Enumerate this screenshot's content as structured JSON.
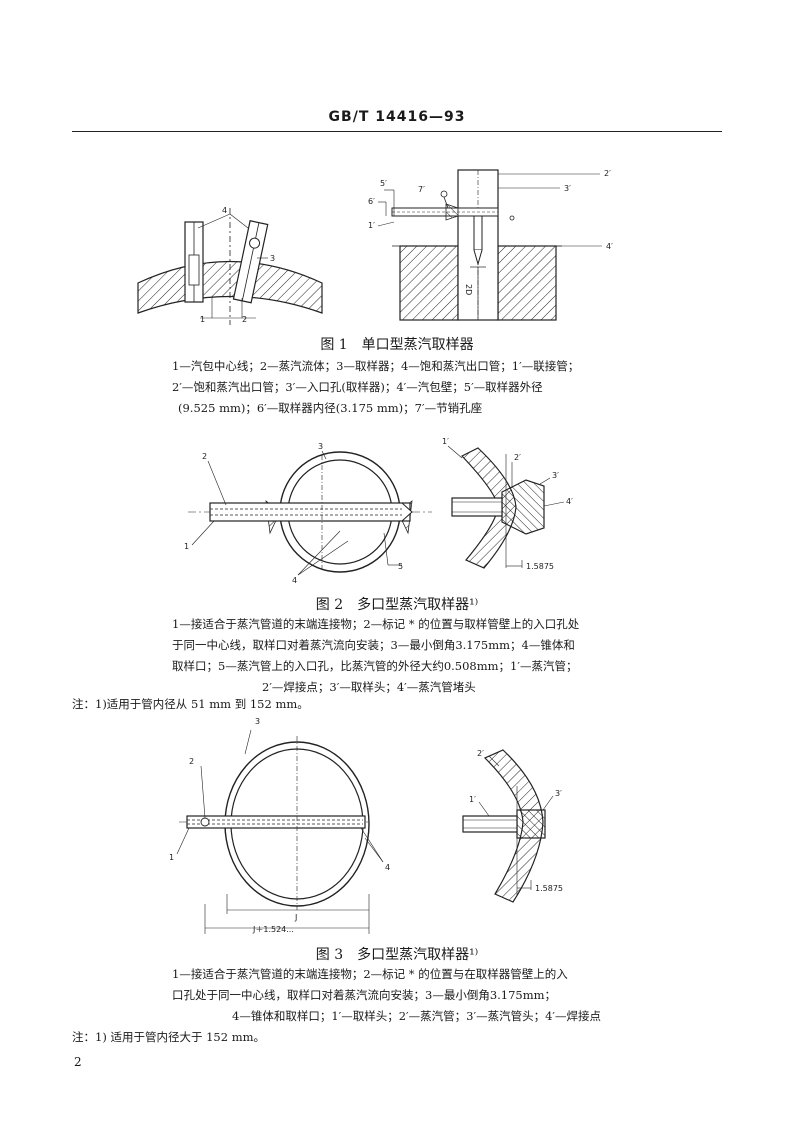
{
  "header": {
    "standard_code": "GB/T 14416—93"
  },
  "figure1": {
    "caption": "图 1　单口型蒸汽取样器",
    "legend_lines": [
      "1—汽包中心线；2—蒸汽流体；3—取样器；4—饱和蒸汽出口管；1′—联接管；",
      "2′—饱和蒸汽出口管；3′—入口孔(取样器)；4′—汽包壁；5′—取样器外径",
      "(9.525 mm)；6′—取样器内径(3.175 mm)；7′—节销孔座"
    ],
    "left_labels": {
      "l4": "4",
      "l3": "3",
      "l1": "1",
      "l2": "2"
    },
    "right_labels": {
      "l2p": "2′",
      "l3p": "3′",
      "l4p": "4′",
      "l5p": "5′",
      "l6p": "6′",
      "l7p": "7′",
      "l1p": "1′",
      "dim_2d": "2D"
    }
  },
  "figure2": {
    "caption": "图 2　多口型蒸汽取样器¹⁾",
    "legend_lines": [
      "1—接适合于蒸汽管道的末端连接物；2—标记 * 的位置与取样管壁上的入口孔处",
      "于同一中心线，取样口对着蒸汽流向安装；3—最小倒角3.175mm；4—锥体和",
      "取样口；5—蒸汽管上的入口孔，比蒸汽管的外径大约0.508mm；1′—蒸汽管；",
      "2′—焊接点；3′—取样头；4′—蒸汽管堵头"
    ],
    "note": "注：1)适用于管内径从 51 mm 到 152 mm。",
    "left_labels": {
      "l1": "1",
      "l2": "2",
      "l3": "3",
      "l4": "4",
      "l5": "5"
    },
    "right_labels": {
      "l1p": "1′",
      "l2p": "2′",
      "l3p": "3′",
      "l4p": "4′",
      "dim": "1.5875"
    }
  },
  "figure3": {
    "caption": "图 3　多口型蒸汽取样器¹⁾",
    "legend_lines": [
      "1—接适合于蒸汽管道的末端连接物；2—标记 * 的位置与在取样器管壁上的入",
      "口孔处于同一中心线，取样口对着蒸汽流向安装；3—最小倒角3.175mm；",
      "4—锥体和取样口；1′—取样头；2′—蒸汽管；3′—蒸汽管头；4′—焊接点"
    ],
    "note": "注：1) 适用于管内径大于 152 mm。",
    "left_labels": {
      "l1": "1",
      "l2": "2",
      "l3": "3",
      "l4": "4",
      "dim_j": "J",
      "dim_j2": "J＋1.524..."
    },
    "right_labels": {
      "l1p": "1′",
      "l2p": "2′",
      "l3p": "3′",
      "dim": "1.5875"
    }
  },
  "footer": {
    "page_number": "2"
  }
}
